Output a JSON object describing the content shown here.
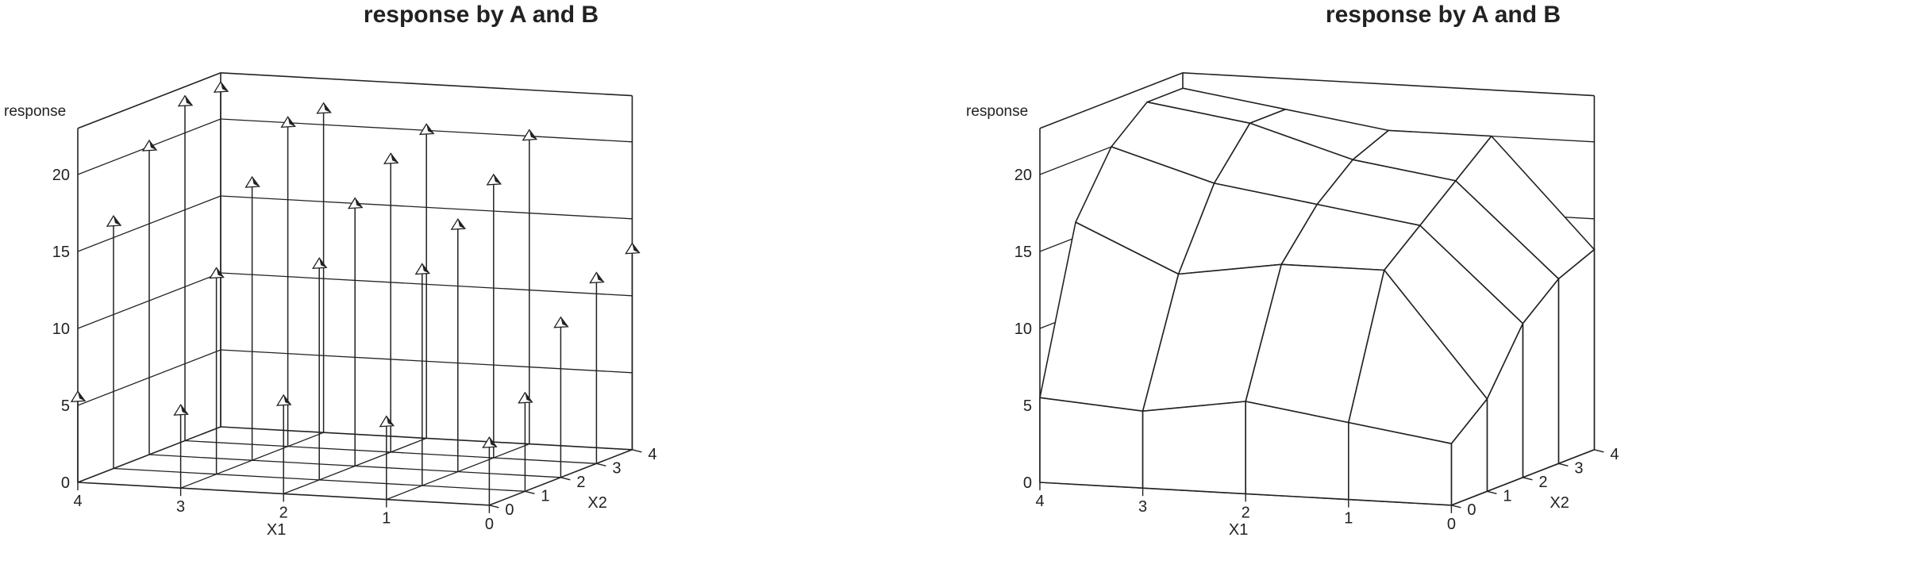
{
  "chart_data": [
    {
      "type": "3d-scatter-stem",
      "title": "response by A and B",
      "xlabel": "X1",
      "ylabel": "X2",
      "zlabel": "response",
      "x_ticks": [
        "4",
        "3",
        "2",
        "1",
        "0"
      ],
      "y_ticks": [
        "0",
        "1",
        "2",
        "3",
        "4"
      ],
      "z_ticks": [
        "0",
        "5",
        "10",
        "15",
        "20"
      ],
      "xlim": [
        0,
        4
      ],
      "ylim": [
        0,
        4
      ],
      "zlim": [
        0,
        23
      ],
      "grid": true,
      "marker": "pyramid",
      "points": [
        {
          "x1": 4,
          "x2": 0,
          "z": 5.5
        },
        {
          "x1": 4,
          "x2": 1,
          "z": 16
        },
        {
          "x1": 4,
          "x2": 2,
          "z": 20
        },
        {
          "x1": 4,
          "x2": 3,
          "z": 22
        },
        {
          "x1": 4,
          "x2": 4,
          "z": 22
        },
        {
          "x1": 3,
          "x2": 0,
          "z": 5
        },
        {
          "x1": 3,
          "x2": 1,
          "z": 13
        },
        {
          "x1": 3,
          "x2": 2,
          "z": 18
        },
        {
          "x1": 3,
          "x2": 3,
          "z": 21
        },
        {
          "x1": 3,
          "x2": 4,
          "z": 21
        },
        {
          "x1": 2,
          "x2": 0,
          "z": 6
        },
        {
          "x1": 2,
          "x2": 1,
          "z": 14
        },
        {
          "x1": 2,
          "x2": 2,
          "z": 17
        },
        {
          "x1": 2,
          "x2": 3,
          "z": 19
        },
        {
          "x1": 2,
          "x2": 4,
          "z": 20
        },
        {
          "x1": 1,
          "x2": 0,
          "z": 5
        },
        {
          "x1": 1,
          "x2": 1,
          "z": 14
        },
        {
          "x1": 1,
          "x2": 2,
          "z": 16
        },
        {
          "x1": 1,
          "x2": 3,
          "z": 18
        },
        {
          "x1": 1,
          "x2": 4,
          "z": 20
        },
        {
          "x1": 0,
          "x2": 0,
          "z": 4
        },
        {
          "x1": 0,
          "x2": 1,
          "z": 6
        },
        {
          "x1": 0,
          "x2": 2,
          "z": 10
        },
        {
          "x1": 0,
          "x2": 3,
          "z": 12
        },
        {
          "x1": 0,
          "x2": 4,
          "z": 13
        }
      ]
    },
    {
      "type": "3d-surface",
      "title": "response by A and B",
      "xlabel": "X1",
      "ylabel": "X2",
      "zlabel": "response",
      "x_ticks": [
        "4",
        "3",
        "2",
        "1",
        "0"
      ],
      "y_ticks": [
        "0",
        "1",
        "2",
        "3",
        "4"
      ],
      "z_ticks": [
        "0",
        "5",
        "10",
        "15",
        "20"
      ],
      "xlim": [
        0,
        4
      ],
      "ylim": [
        0,
        4
      ],
      "zlim": [
        0,
        23
      ],
      "x1_values": [
        4,
        3,
        2,
        1,
        0
      ],
      "x2_values": [
        0,
        1,
        2,
        3,
        4
      ],
      "z_grid": [
        [
          5.5,
          16,
          20,
          22,
          22
        ],
        [
          5,
          13,
          18,
          21,
          21
        ],
        [
          6,
          14,
          17,
          19,
          20
        ],
        [
          5,
          14,
          16,
          18,
          20
        ],
        [
          4,
          6,
          10,
          12,
          13
        ]
      ]
    }
  ]
}
